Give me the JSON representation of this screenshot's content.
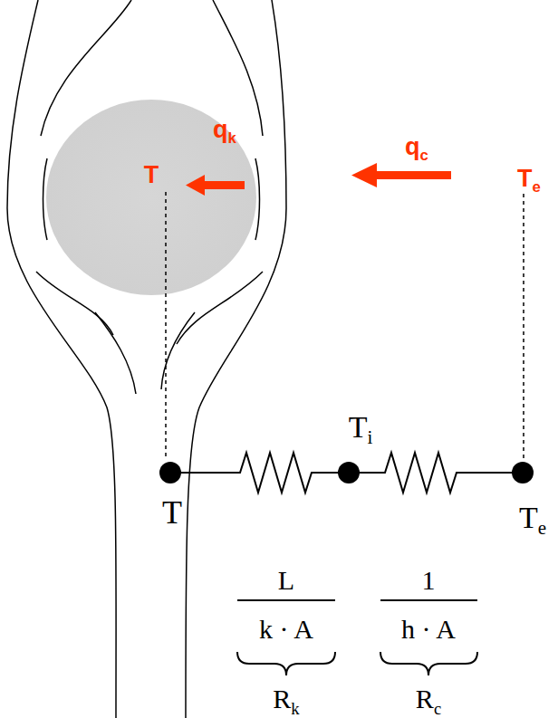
{
  "diagram": {
    "labels": [
      "T",
      "qk",
      "qc",
      "Te",
      "T",
      "Ti",
      "Te",
      "L",
      "k · A",
      "1",
      "h · A",
      "Rk",
      "Rc"
    ]
  }
}
